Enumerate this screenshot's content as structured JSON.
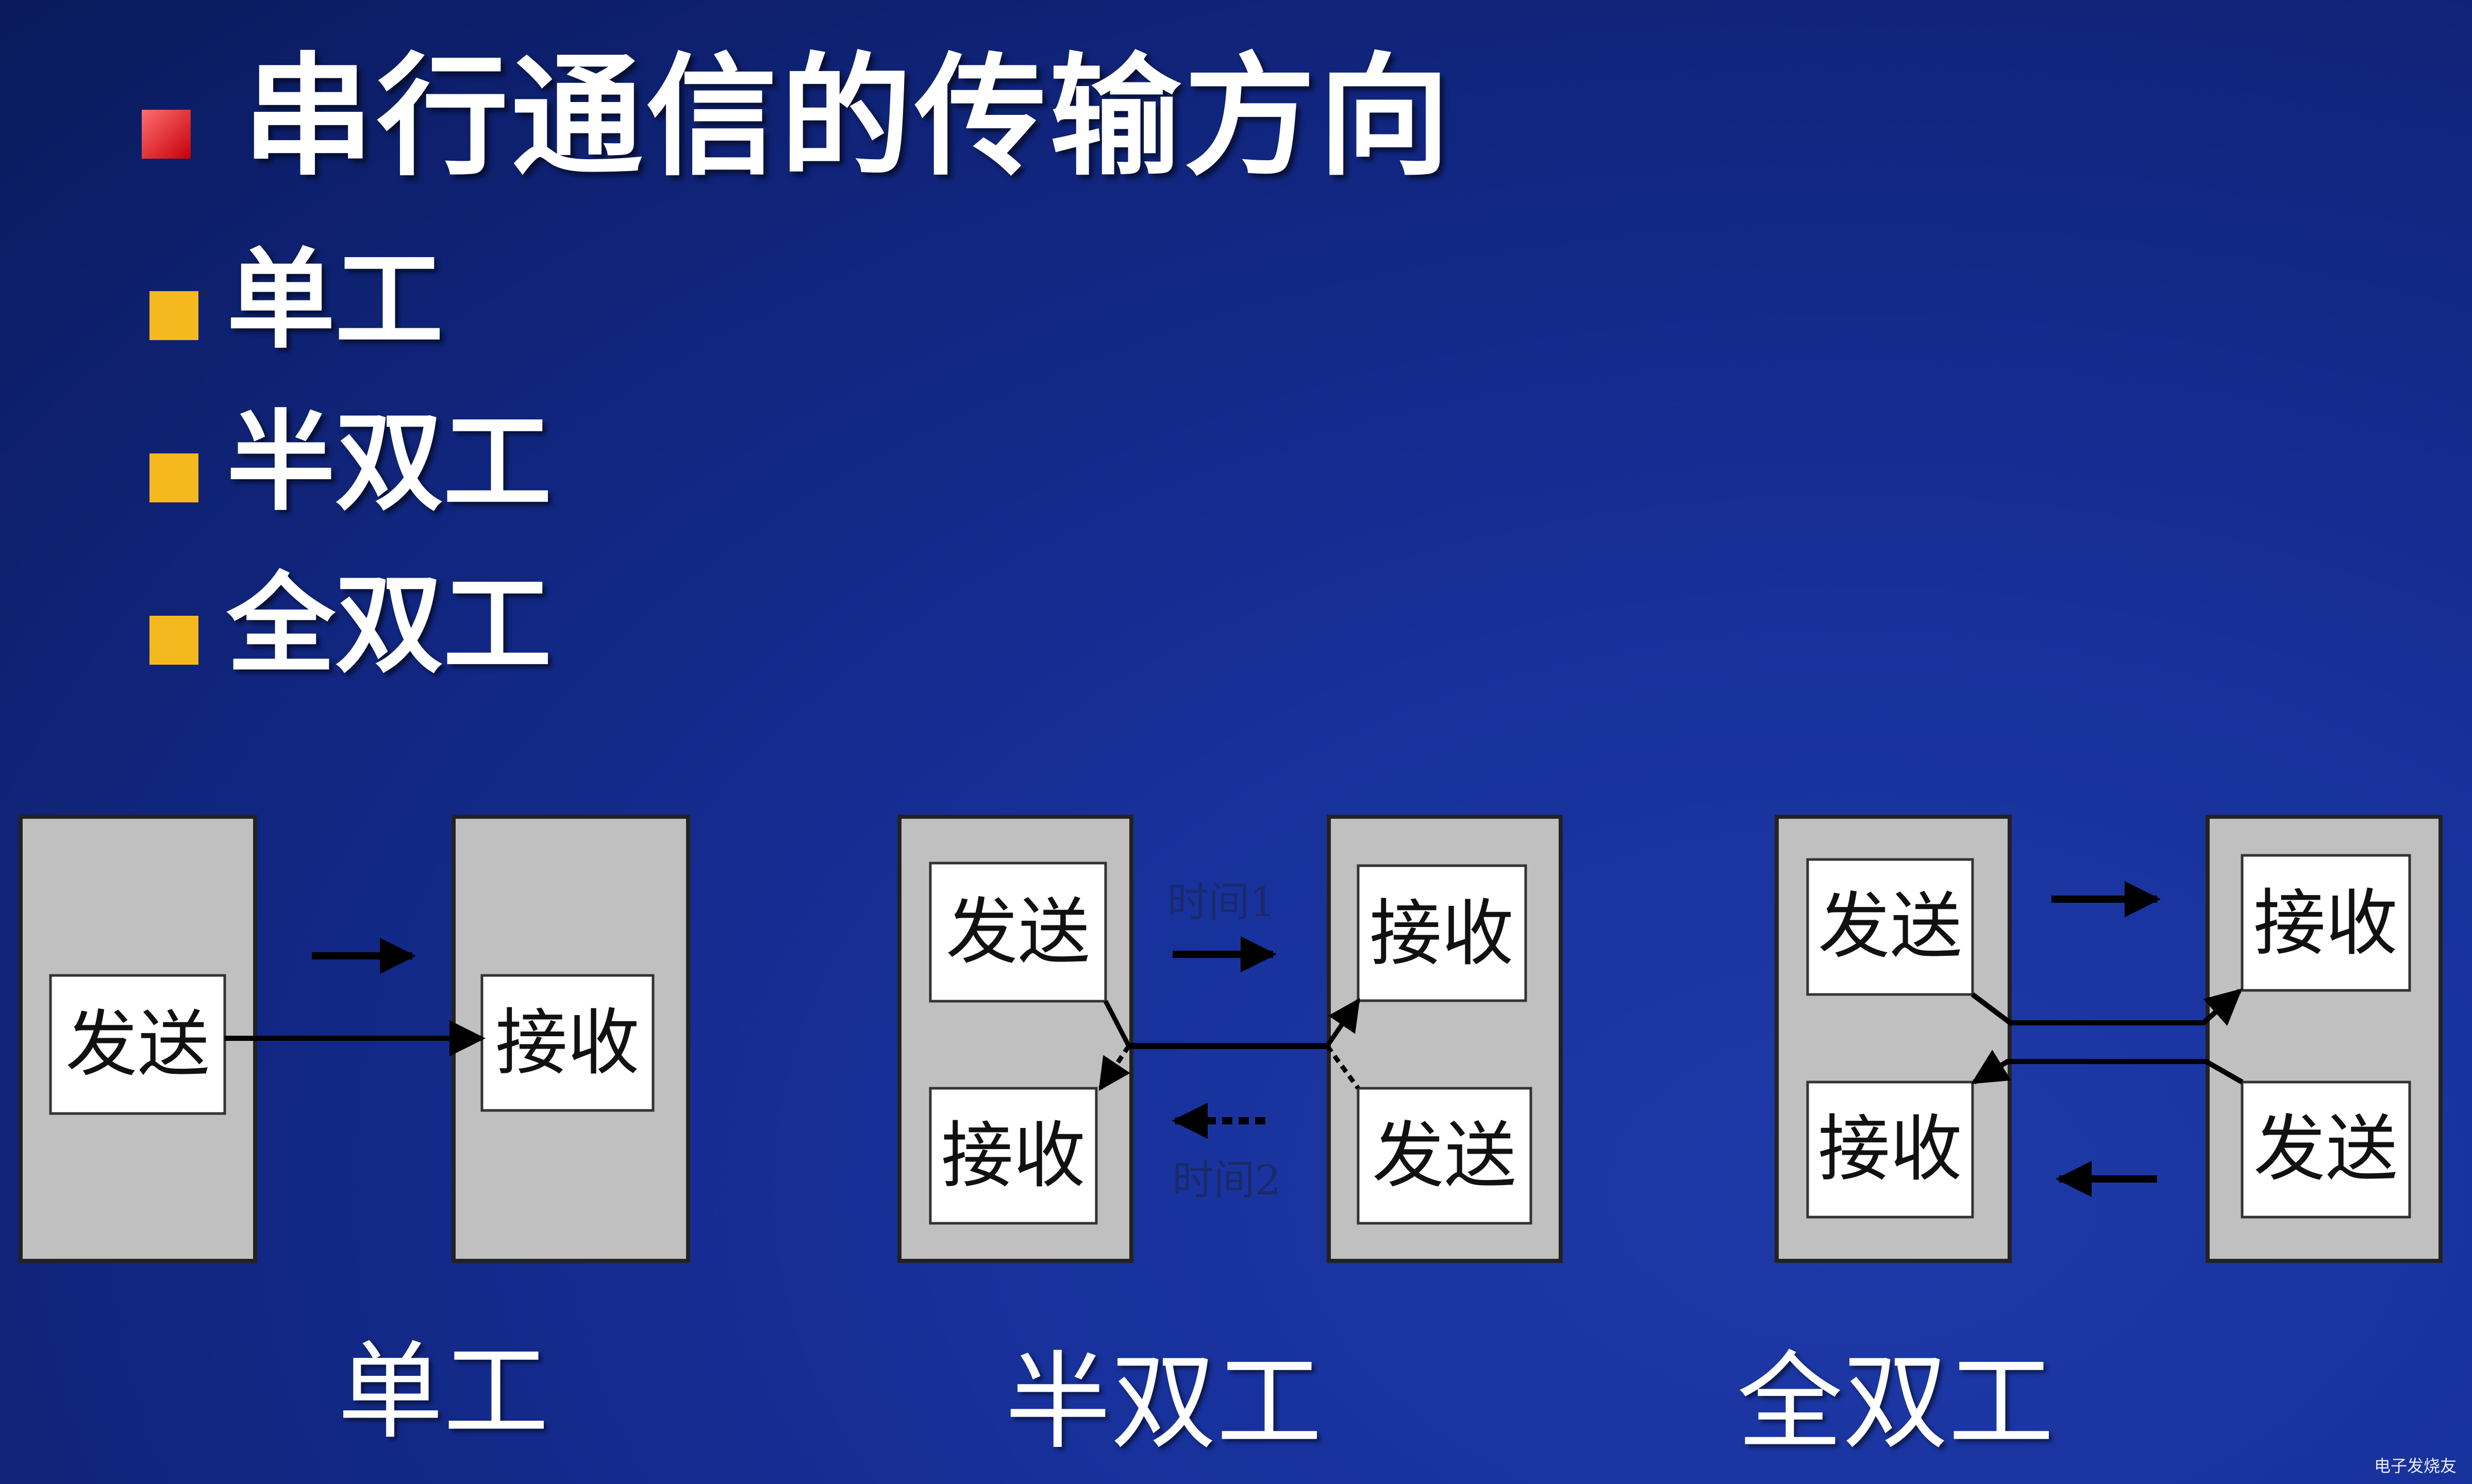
{
  "title": "串行通信的传输方向",
  "bullets": [
    "单工",
    "半双工",
    "全双工"
  ],
  "diagram_labels": {
    "send": "发送",
    "receive": "接收",
    "time1": "时间1",
    "time2": "时间2"
  },
  "captions": {
    "simplex": "单工",
    "half_duplex": "半双工",
    "full_duplex": "全双工"
  },
  "watermark": "电子发烧友",
  "colors": {
    "background": "#14308f",
    "title_bullet": "#e0141e",
    "item_bullet": "#f5b81e",
    "device_box": "#c0c0c0",
    "inner_box": "#ffffff"
  }
}
